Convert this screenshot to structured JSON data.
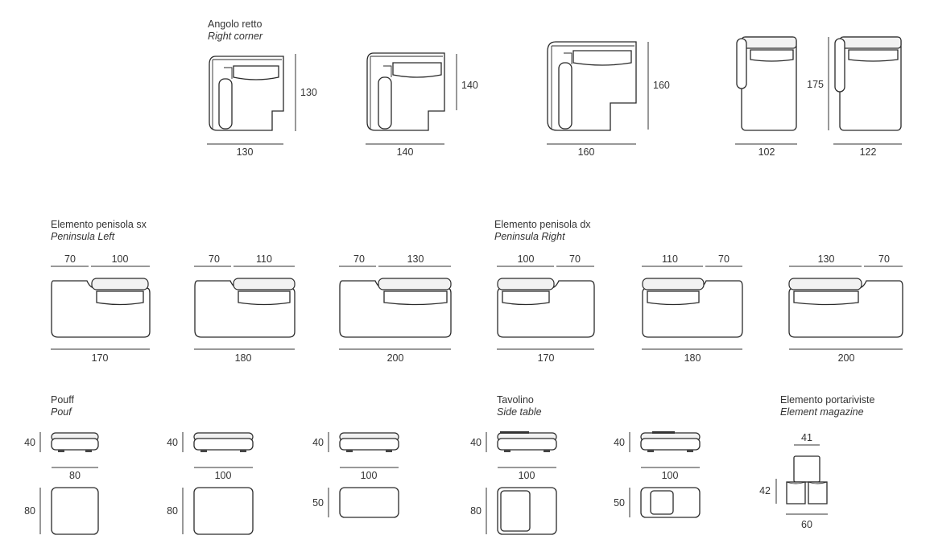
{
  "sections": {
    "right_corner": {
      "title": "Angolo retto",
      "subtitle": "Right corner"
    },
    "peninsula_left": {
      "title": "Elemento penisola sx",
      "subtitle": "Peninsula Left"
    },
    "peninsula_right": {
      "title": "Elemento penisola dx",
      "subtitle": "Peninsula Right"
    },
    "pouf": {
      "title": "Pouff",
      "subtitle": "Pouf"
    },
    "side_table": {
      "title": "Tavolino",
      "subtitle": "Side table"
    },
    "magazine": {
      "title": "Elemento portariviste",
      "subtitle": "Element magazine"
    }
  },
  "corner_modules": [
    {
      "width": "130",
      "depth": "130"
    },
    {
      "width": "140",
      "depth": "140"
    },
    {
      "width": "160",
      "depth": "160"
    }
  ],
  "chaise_modules": {
    "depth": "175",
    "widths": [
      "102",
      "122"
    ]
  },
  "peninsula_left_modules": [
    {
      "a": "70",
      "b": "100",
      "total": "170"
    },
    {
      "a": "70",
      "b": "110",
      "total": "180"
    },
    {
      "a": "70",
      "b": "130",
      "total": "200"
    }
  ],
  "peninsula_right_modules": [
    {
      "a": "100",
      "b": "70",
      "total": "170"
    },
    {
      "a": "110",
      "b": "70",
      "total": "180"
    },
    {
      "a": "130",
      "b": "70",
      "total": "200"
    }
  ],
  "pouf_modules": [
    {
      "height": "40",
      "width": "80",
      "depth": "80"
    },
    {
      "height": "40",
      "width": "100",
      "depth": "80"
    },
    {
      "height": "40",
      "width": "100",
      "depth": "50"
    }
  ],
  "side_table_modules": [
    {
      "height": "40",
      "width": "100",
      "depth": "80"
    },
    {
      "height": "40",
      "width": "100",
      "depth": "50"
    }
  ],
  "magazine_module": {
    "width": "41",
    "depth": "42",
    "total": "60"
  }
}
